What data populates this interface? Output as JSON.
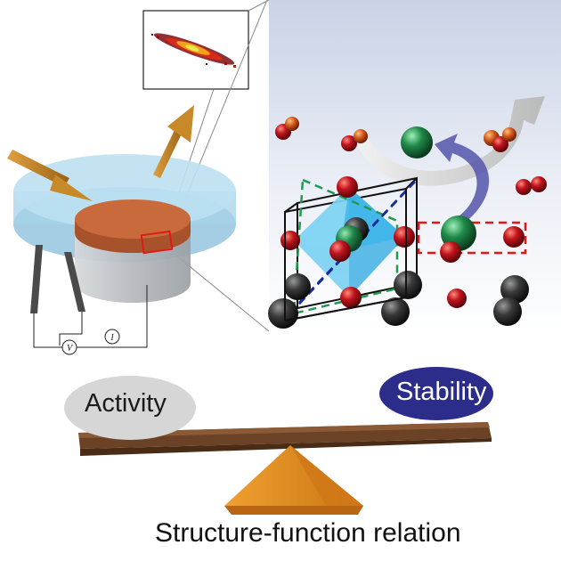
{
  "labels": {
    "activity": "Activity",
    "stability": "Stability",
    "caption": "Structure-function relation",
    "voltmeter": "V",
    "ammeter": "I"
  },
  "colors": {
    "electrode_top": "#c86a3c",
    "electrode_side": "#bfc3c6",
    "substrate": "#a7d3ea",
    "incident_beam": "#c88a28",
    "oxygen_atom": "#c0141e",
    "a_site_atom": "#1f8a4a",
    "b_site_atom": "#3a3a3a",
    "octahedron": "#3fb8e8",
    "exchange_arrow": "#5555aa",
    "activity_ellipse": "#d6d6d6",
    "stability_ellipse": "#2c2c8a",
    "beam_balance": "#6b4226",
    "fulcrum": "#e08a1e"
  },
  "icons": [
    "detector-image",
    "x-ray-beam-arrows",
    "electrode-sample",
    "perovskite-unit-cell",
    "cation-exchange-arrow",
    "seesaw-balance"
  ]
}
